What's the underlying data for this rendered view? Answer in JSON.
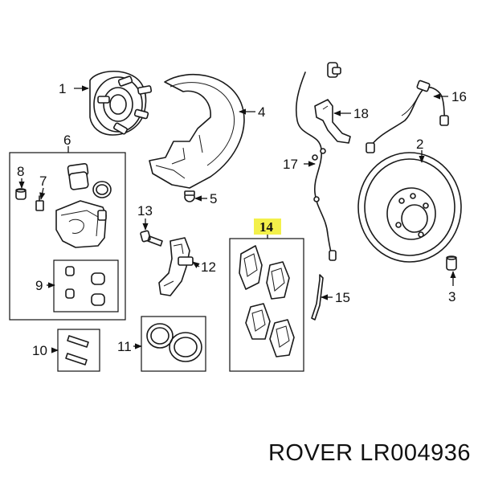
{
  "caption": "ROVER LR004936",
  "highlight_color": "#f3f04a",
  "callouts": {
    "c1": "1",
    "c2": "2",
    "c3": "3",
    "c4": "4",
    "c5": "5",
    "c6": "6",
    "c7": "7",
    "c8": "8",
    "c9": "9",
    "c10": "10",
    "c11": "11",
    "c12": "12",
    "c13": "13",
    "c14": "14",
    "c15": "15",
    "c16": "16",
    "c17": "17",
    "c18": "18"
  }
}
